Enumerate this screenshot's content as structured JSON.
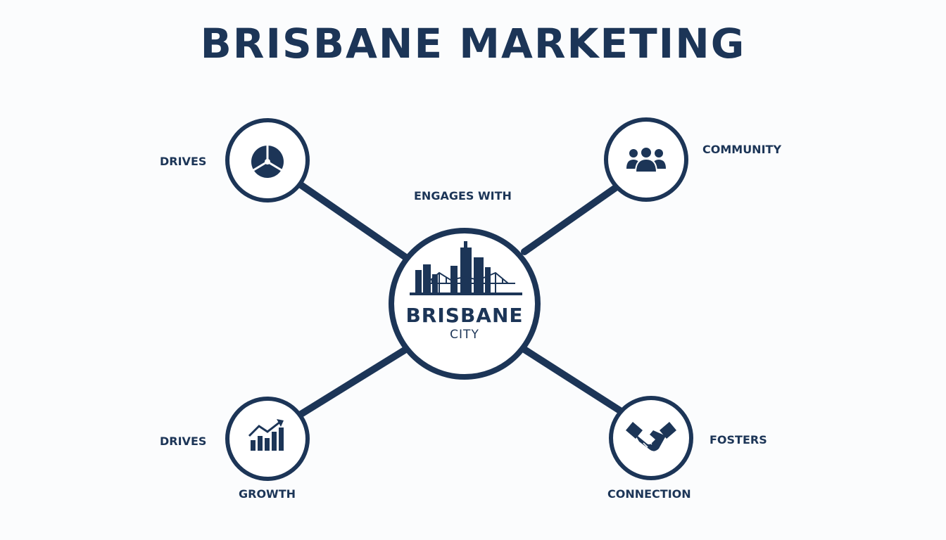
{
  "title": "BRISBANE MARKETING",
  "center": {
    "name": "BRISBANE",
    "subtitle": "CITY"
  },
  "labels": {
    "top_left": "DRIVES",
    "top_center": "ENGAGES WITH",
    "top_right": "COMMUNITY",
    "bottom_left_side": "DRIVES",
    "bottom_left_below": "GROWTH",
    "bottom_right_side": "FOSTERS",
    "bottom_right_below": "CONNECTION"
  },
  "icons": {
    "top_left": "pie-chart-icon",
    "top_right": "community-icon",
    "bottom_left": "growth-chart-icon",
    "bottom_right": "handshake-icon",
    "center": "brisbane-skyline-icon"
  },
  "colors": {
    "primary": "#1c3557",
    "background": "#fbfcfd"
  }
}
